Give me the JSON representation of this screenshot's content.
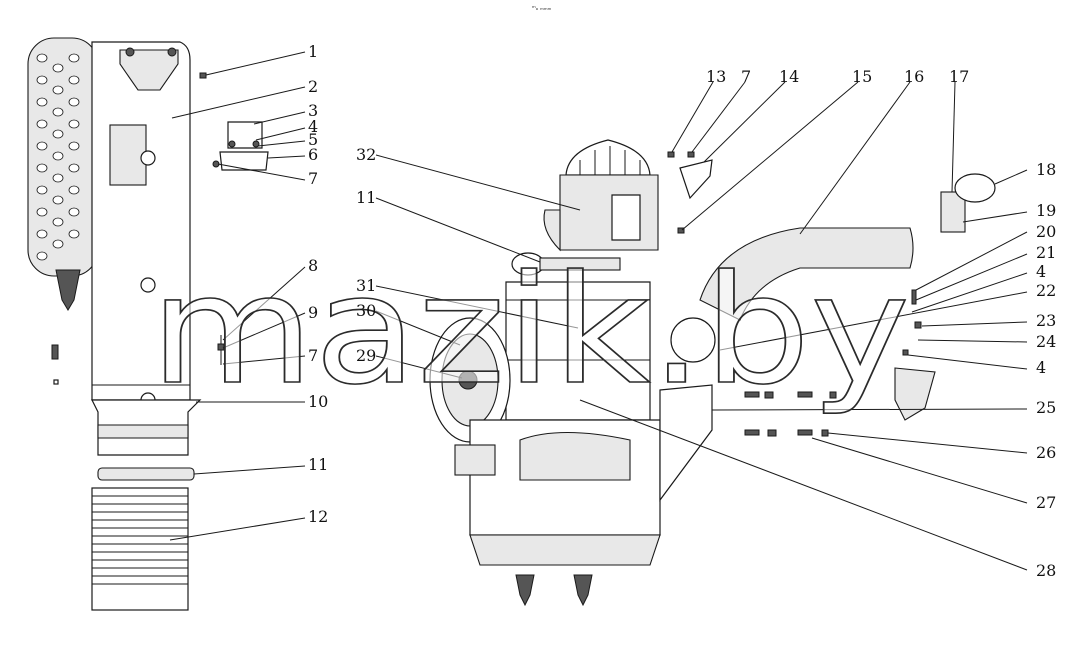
{
  "top_mark": "ᵐₒ ₘₘₘ",
  "watermark": "mazik.by",
  "callouts": [
    "1",
    "2",
    "3",
    "4",
    "5",
    "6",
    "7",
    "8",
    "9",
    "7",
    "10",
    "11",
    "12",
    "13",
    "7",
    "14",
    "15",
    "16",
    "17",
    "18",
    "19",
    "20",
    "21",
    "4",
    "22",
    "23",
    "24",
    "4",
    "25",
    "26",
    "27",
    "28",
    "29",
    "30",
    "31",
    "32",
    "11"
  ]
}
